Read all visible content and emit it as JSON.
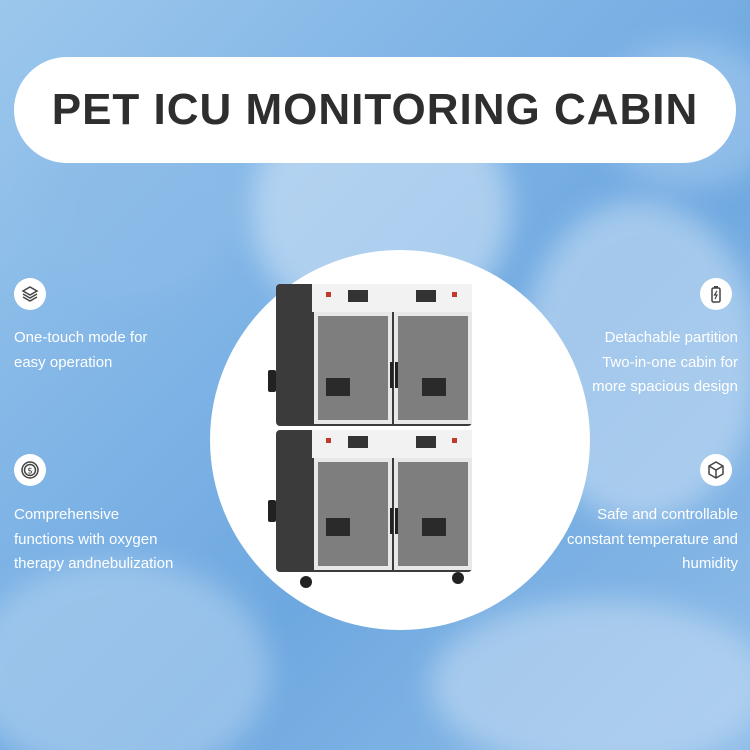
{
  "title": "PET ICU MONITORING CABIN",
  "features": {
    "top_left": {
      "icon": "layers-icon",
      "lines": [
        "One-touch mode for",
        "easy operation"
      ]
    },
    "bottom_left": {
      "icon": "dollar-coin-icon",
      "lines": [
        "Comprehensive",
        "functions with oxygen",
        "therapy andnebulization"
      ]
    },
    "top_right": {
      "icon": "battery-icon",
      "lines": [
        "Detachable partition",
        "Two-in-one cabin for",
        "more spacious design"
      ]
    },
    "bottom_right": {
      "icon": "cube-icon",
      "lines": [
        "Safe and controllable",
        "constant temperature and",
        "humidity"
      ]
    }
  },
  "colors": {
    "accent_blue": "#7fb4e6",
    "title_text": "#2e2e2e",
    "cabinet_dark": "#3b3b3b"
  }
}
